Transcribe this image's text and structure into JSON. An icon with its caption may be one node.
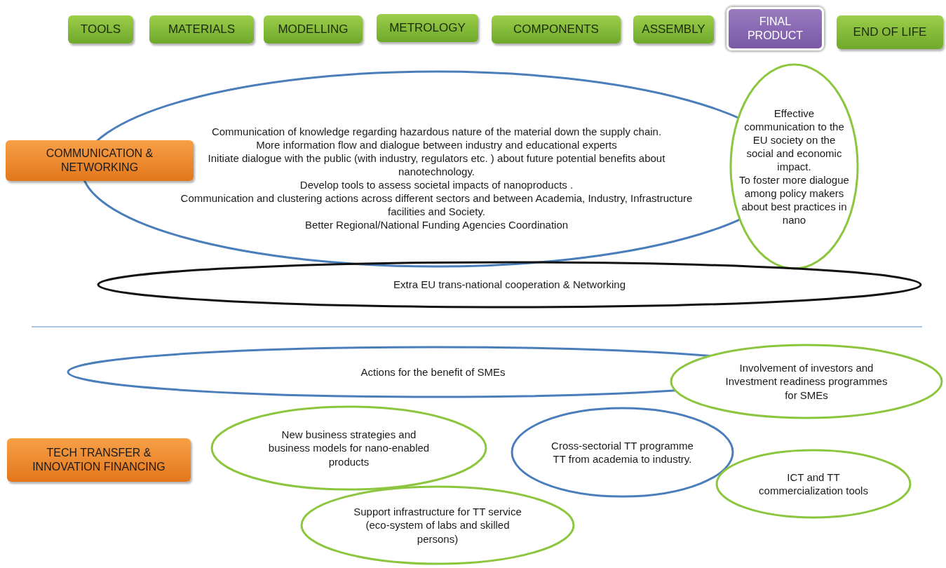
{
  "diagram": {
    "nodes": [
      {
        "text": [
          "TOOLS"
        ]
      },
      {
        "text": [
          "MATERIALS"
        ]
      },
      {
        "text": [
          "MODELLING"
        ]
      },
      {
        "text": [
          "METROLOGY"
        ]
      },
      {
        "text": [
          "COMPONENTS"
        ]
      },
      {
        "text": [
          "ASSEMBLY"
        ]
      },
      {
        "text": [
          "FINAL PRODUCT"
        ]
      },
      {
        "text": [
          "END OF LIFE"
        ]
      },
      {
        "text": [
          "COMMUNICATION & NETWORKING"
        ]
      },
      {
        "text": [
          "Communication of knowledge regarding hazardous nature of the material down the supply chain.",
          "More information flow and dialogue between industry and educational experts",
          "Initiate dialogue with the public (with industry, regulators etc. ) about future potential benefits about nanotechnology.",
          "Develop tools to assess societal impacts of nanoproducts .",
          "Communication and clustering actions across different sectors and between Academia, Industry, Infrastructure facilities and Society.",
          "Better Regional/National Funding Agencies Coordination"
        ]
      },
      {
        "text": [
          "Effective communication to the EU society on the social and economic impact.",
          "To foster more dialogue among policy makers about best practices in nano"
        ]
      },
      {
        "text": [
          "Extra EU trans-national cooperation & Networking"
        ]
      },
      {
        "text": [
          "TECH TRANSFER & INNOVATION FINANCING"
        ]
      },
      {
        "text": [
          "Actions for the benefit of SMEs"
        ]
      },
      {
        "text": [
          "Involvement of investors and Investment readiness programmes for SMEs"
        ]
      },
      {
        "text": [
          "New business strategies and business models for nano-enabled products"
        ]
      },
      {
        "text": [
          "Cross-sectorial TT programme",
          "TT from academia to industry."
        ]
      },
      {
        "text": [
          "ICT and TT commercialization tools"
        ]
      },
      {
        "text": [
          "Support infrastructure for TT service (eco-system of labs and skilled persons)"
        ]
      }
    ]
  }
}
